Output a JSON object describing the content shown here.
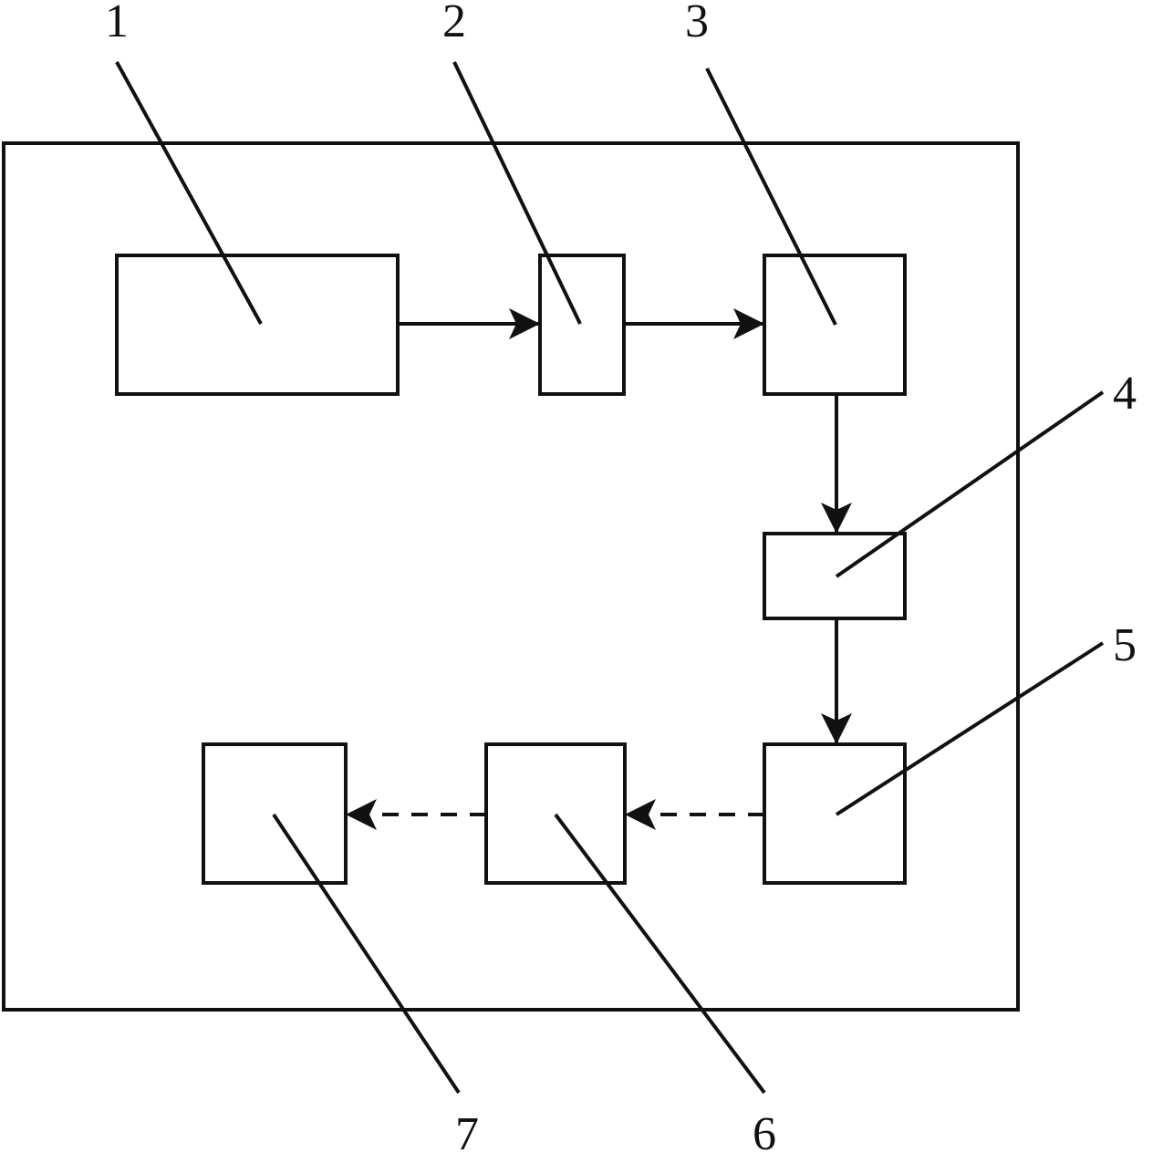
{
  "diagram": {
    "labels": [
      "1",
      "2",
      "3",
      "4",
      "5",
      "6",
      "7"
    ],
    "connections": [
      {
        "from": "1",
        "to": "2",
        "style": "solid"
      },
      {
        "from": "2",
        "to": "3",
        "style": "solid"
      },
      {
        "from": "3",
        "to": "4",
        "style": "solid"
      },
      {
        "from": "4",
        "to": "5",
        "style": "solid"
      },
      {
        "from": "5",
        "to": "6",
        "style": "dashed"
      },
      {
        "from": "6",
        "to": "7",
        "style": "dashed"
      }
    ],
    "colors": {
      "line": "#111111",
      "background": "#ffffff"
    }
  }
}
